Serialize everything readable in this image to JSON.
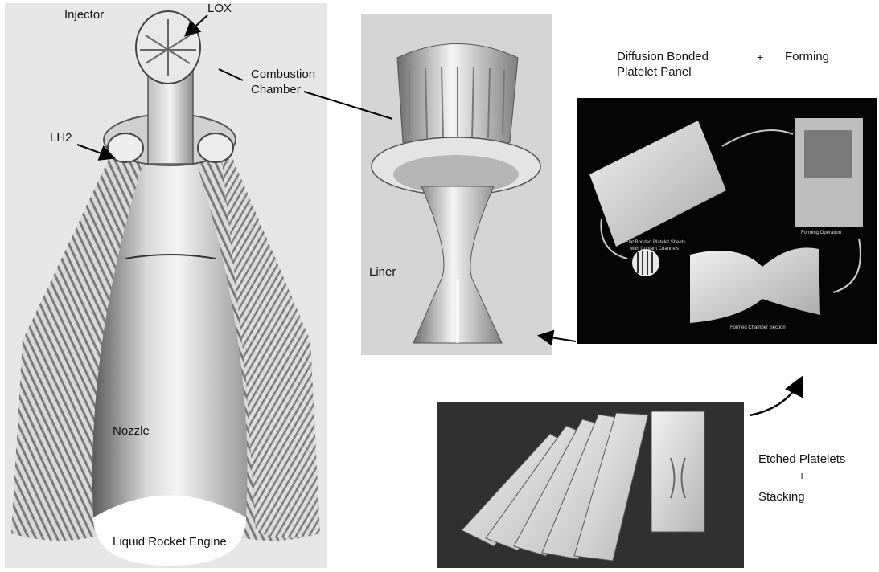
{
  "labels": {
    "injector": "Injector",
    "lox": "LOX",
    "combustion_chamber_1": "Combustion",
    "combustion_chamber_2": "Chamber",
    "lh2": "LH2",
    "nozzle": "Nozzle",
    "engine_caption": "Liquid Rocket Engine",
    "liner": "Liner",
    "diffusion_bonded_1": "Diffusion Bonded",
    "diffusion_bonded_2": "Platelet Panel",
    "plus_top": "+",
    "forming": "Forming",
    "etched_platelets": "Etched Platelets",
    "plus_bottom": "+",
    "stacking": "Stacking"
  },
  "photo_text": {
    "flat_panel_1": "Flat Bonded Platelet Sheets",
    "flat_panel_2": "with Coolant Channels",
    "forming_operation": "Forming Operation",
    "formed_section": "Formed Chamber Section"
  },
  "colors": {
    "panel_light": "#e6e6e6",
    "panel_dark": "#050505",
    "stack_bg": "#303030",
    "ink": "#111111"
  }
}
